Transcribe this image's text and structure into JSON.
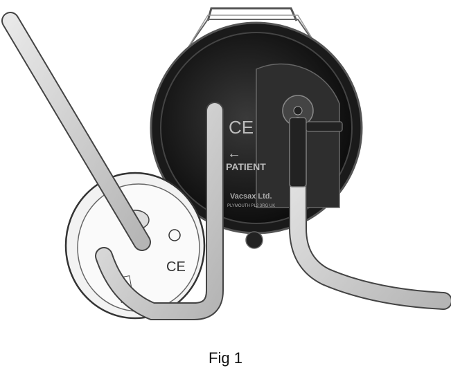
{
  "figure": {
    "caption": "Fig 1",
    "large_unit": {
      "ce_mark": "CE",
      "arrow": "←",
      "label_patient": "PATIENT",
      "brand": "Vacsax Ltd.",
      "address": "PLYMOUTH PL2 3RG UK"
    },
    "small_unit": {
      "ce_mark": "CE"
    }
  }
}
